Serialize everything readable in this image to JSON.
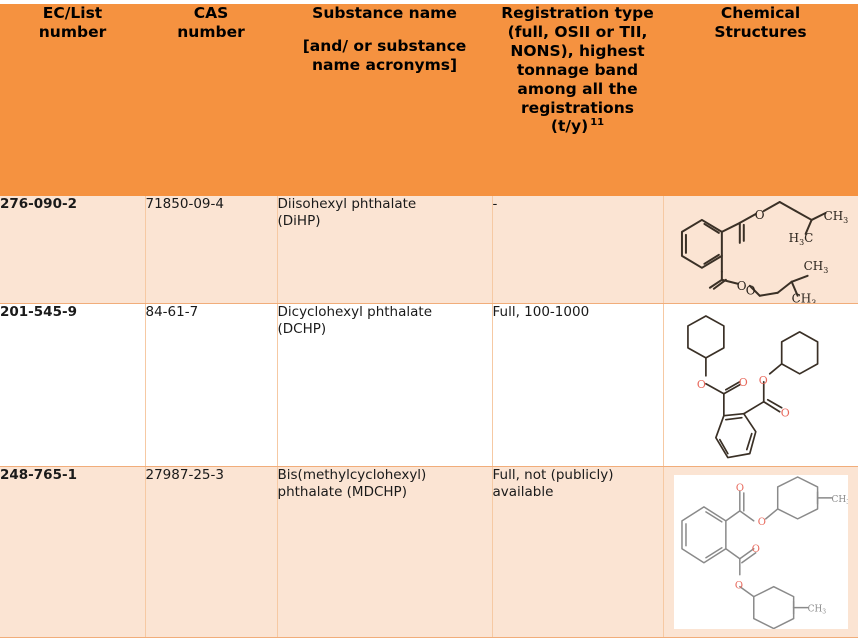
{
  "table": {
    "columns": [
      {
        "id": "ec",
        "label": "EC/List number"
      },
      {
        "id": "cas",
        "label": "CAS number"
      },
      {
        "id": "name",
        "label": "Substance name",
        "sublabel": "[and/ or substance name acronyms]"
      },
      {
        "id": "registration",
        "label": "Registration type (full, OSII or TII, NONS), highest tonnage band among all the registrations (t/y)",
        "footnote": "11"
      },
      {
        "id": "structure",
        "label": "Chemical Structures"
      }
    ],
    "header_labels": {
      "ec": "EC/List\nnumber",
      "ec_line1": "EC/List",
      "ec_line2": "number",
      "cas_line1": "CAS",
      "cas_line2": "number",
      "name_main": "Substance name",
      "name_sub": "[and/ or substance name acronyms]",
      "registration_main": "Registration type (full, OSII or TII, NONS), highest tonnage band among all the registrations (t/y)",
      "registration_footnote": "11",
      "structure_line1": "Chemical",
      "structure_line2": "Structures"
    },
    "rows": [
      {
        "ec": "276-090-2",
        "cas": "71850-09-4",
        "name_line1": "Diisohexyl phthalate",
        "name_line2": "(DiHP)",
        "registration": "-",
        "registration_line2": "",
        "structure_name": "diisohexyl-phthalate-structure",
        "structure_style": "tinted",
        "shading": "tint"
      },
      {
        "ec": "201-545-9",
        "cas": "84-61-7",
        "name_line1": "Dicyclohexyl phthalate",
        "name_line2": "(DCHP)",
        "registration": "Full, 100-1000",
        "registration_line2": "",
        "structure_name": "dicyclohexyl-phthalate-structure",
        "structure_style": "plain",
        "shading": "plain"
      },
      {
        "ec": "248-765-1",
        "cas": "27987-25-3",
        "name_line1": "Bis(methylcyclohexyl)",
        "name_line2": "phthalate (MDCHP)",
        "registration": "Full, not (publicly)",
        "registration_line2": "available",
        "structure_name": "bis-methylcyclohexyl-phthalate-structure",
        "structure_style": "white-box",
        "shading": "tint"
      }
    ]
  },
  "colors": {
    "header_background": "#f59240",
    "row_tint": "#fbe4d3",
    "row_plain": "#ffffff",
    "grid_line": "#f1ad7a",
    "text": "#1a1a1a",
    "oxygen_red": "#e8695c",
    "bond_dark": "#3a3026",
    "bond_grey": "#8a8a8a"
  },
  "labels": {
    "ch3": "CH",
    "ch3_sub": "3",
    "h3c_h": "H",
    "h3c_sub": "3",
    "h3c_c": "C",
    "oxygen": "O"
  }
}
